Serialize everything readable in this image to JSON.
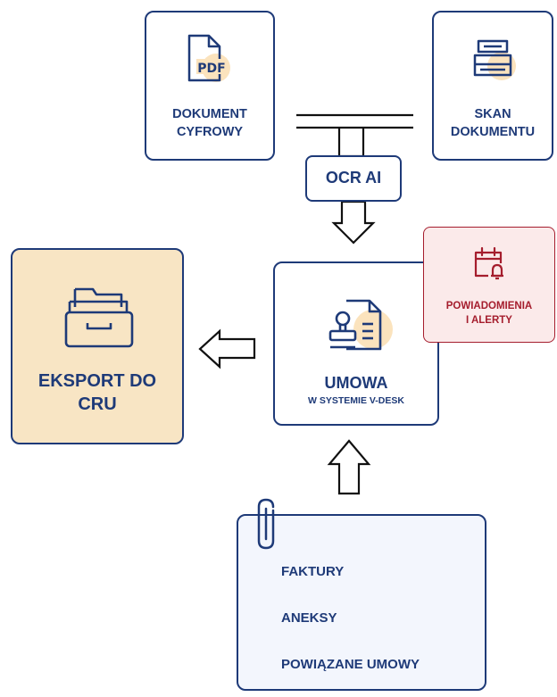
{
  "colors": {
    "navy": "#1e3a78",
    "highlight": "#fbe3bd",
    "export_fill": "#f8e5c4",
    "alert_fill": "#fbeaea",
    "alert_border": "#a51d2d",
    "attachment_fill": "#f3f6fd"
  },
  "nodes": {
    "digital_doc": {
      "line1": "DOKUMENT",
      "line2": "CYFROWY",
      "icon": "pdf-file-icon",
      "icon_text": "PDF"
    },
    "scan_doc": {
      "line1": "SKAN",
      "line2": "DOKUMENTU",
      "icon": "scanner-icon"
    },
    "ocr": {
      "label": "OCR AI"
    },
    "contract": {
      "title": "UMOWA",
      "subtitle": "W SYSTEMIE V-DESK",
      "icon": "contract-stamp-icon"
    },
    "alerts": {
      "line1": "POWIADOMIENIA",
      "line2": "I ALERTY",
      "icon": "calendar-bell-icon"
    },
    "export": {
      "line1": "EKSPORT DO",
      "line2": "CRU",
      "icon": "file-drawer-icon"
    },
    "attachments": {
      "icon": "paperclip-icon",
      "items": [
        "FAKTURY",
        "ANEKSY",
        "POWIĄZANE UMOWY"
      ]
    }
  }
}
